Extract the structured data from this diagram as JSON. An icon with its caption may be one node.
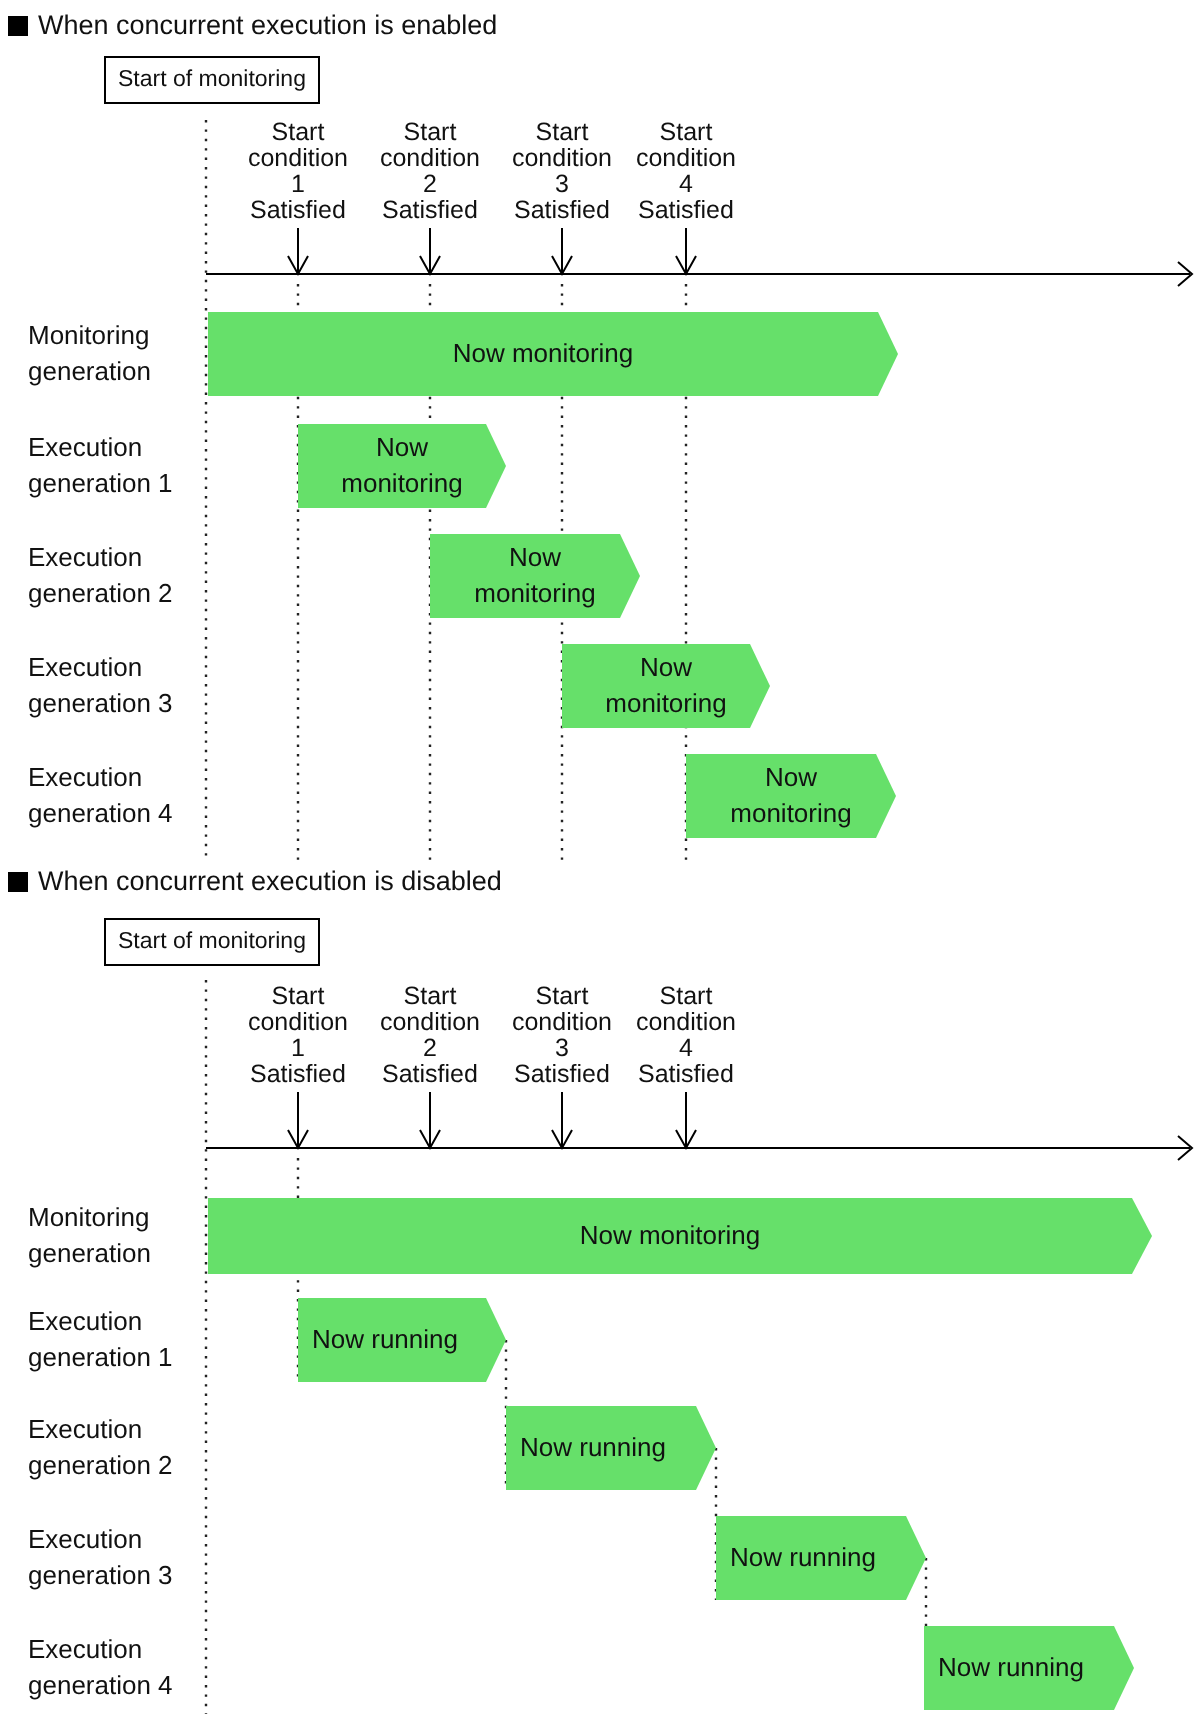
{
  "diagram": {
    "nodes": [
      {
        "text": [
          "Start of monitoring"
        ]
      },
      {
        "text": [
          "Start condition 1 Satisfied"
        ]
      },
      {
        "text": [
          "Start condition 2 Satisfied"
        ]
      },
      {
        "text": [
          "Start condition 3 Satisfied"
        ]
      },
      {
        "text": [
          "Start condition 4 Satisfied"
        ]
      },
      {
        "text": [
          "Now monitoring"
        ]
      },
      {
        "text": [
          "Now monitoring"
        ]
      },
      {
        "text": [
          "Now monitoring"
        ]
      },
      {
        "text": [
          "Now monitoring"
        ]
      },
      {
        "text": [
          "Now monitoring"
        ]
      },
      {
        "text": [
          "Start of monitoring"
        ]
      },
      {
        "text": [
          "Start condition 1 Satisfied"
        ]
      },
      {
        "text": [
          "Start condition 2 Satisfied"
        ]
      },
      {
        "text": [
          "Start condition 3 Satisfied"
        ]
      },
      {
        "text": [
          "Start condition 4 Satisfied"
        ]
      },
      {
        "text": [
          "Now monitoring"
        ]
      },
      {
        "text": [
          "Now running"
        ]
      },
      {
        "text": [
          "Now running"
        ]
      },
      {
        "text": [
          "Now running"
        ]
      },
      {
        "text": [
          "Now running"
        ]
      }
    ],
    "edges": [
      {
        "from": 1,
        "to": null,
        "arrow": "to"
      },
      {
        "from": 2,
        "to": null,
        "arrow": "to"
      },
      {
        "from": 3,
        "to": null,
        "arrow": "to"
      },
      {
        "from": 4,
        "to": null,
        "arrow": "to"
      },
      {
        "from": 11,
        "to": null,
        "arrow": "to"
      },
      {
        "from": 12,
        "to": null,
        "arrow": "to"
      },
      {
        "from": 13,
        "to": null,
        "arrow": "to"
      },
      {
        "from": 14,
        "to": null,
        "arrow": "to"
      }
    ],
    "labels": [
      "When concurrent execution is enabled",
      "Monitoring generation",
      "Execution generation 1",
      "Execution generation 2",
      "Execution generation 3",
      "Execution generation 4",
      "When concurrent execution is disabled",
      "Monitoring generation",
      "Execution generation 1",
      "Execution generation 2",
      "Execution generation 3",
      "Execution generation 4"
    ]
  }
}
